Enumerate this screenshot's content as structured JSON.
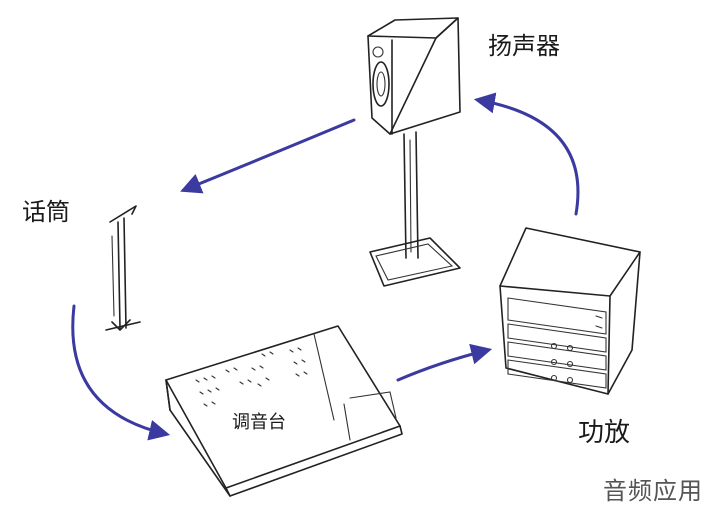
{
  "labels": {
    "speaker": "扬声器",
    "microphone": "话筒",
    "mixer": "调音台",
    "amplifier": "功放"
  },
  "watermark": "音频应用",
  "colors": {
    "arrow": "#3a3aa0",
    "sketch": "#222222",
    "background": "#ffffff"
  }
}
